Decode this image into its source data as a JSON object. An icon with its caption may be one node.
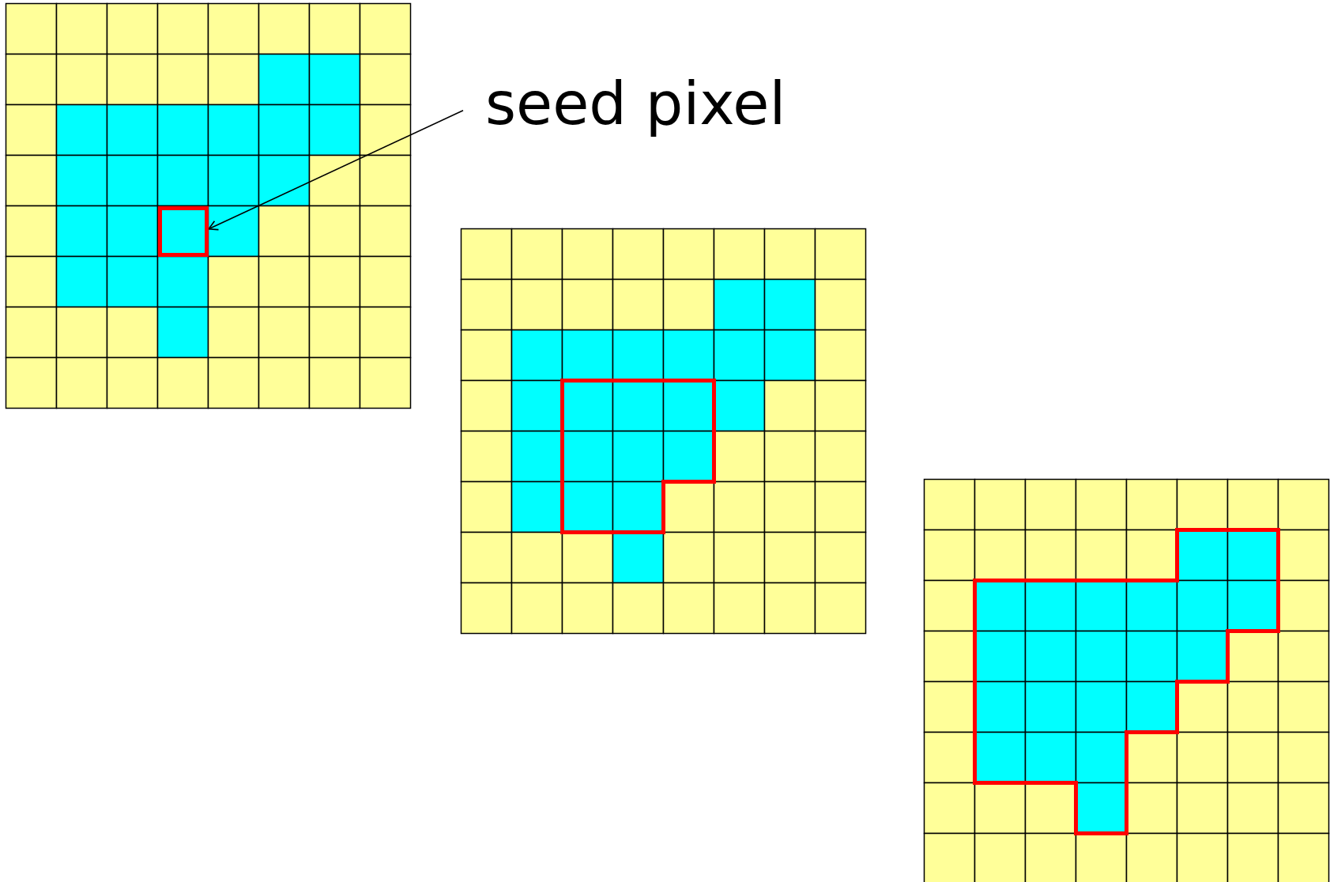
{
  "diagram": {
    "nodes": [
      {
        "text": [
          "seed pixel"
        ]
      },
      {
        "text": [],
        "shape": "box"
      }
    ],
    "edges": [
      {
        "from": 0,
        "to": 1,
        "arrow": "to"
      }
    ]
  }
}
